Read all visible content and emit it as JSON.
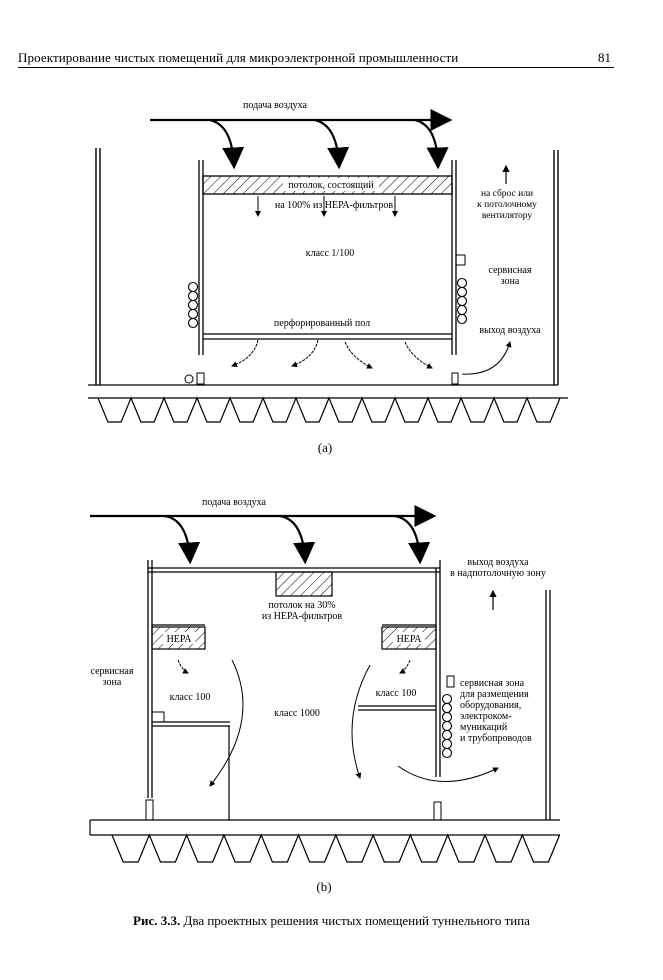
{
  "header": {
    "title": "Проектирование чистых помещений для микроэлектронной промышленности",
    "page_number": "81"
  },
  "figure_a": {
    "label": "(a)",
    "air_supply": "подача воздуха",
    "ceiling_line1": "потолок, состоящий",
    "ceiling_line2": "на 100% из НЕРА-фильтров",
    "class": "класс 1/100",
    "floor": "перфорированный пол",
    "exhaust": [
      "на сброс или",
      "к потолочному",
      "вентилятору"
    ],
    "service": [
      "сервисная",
      "зона"
    ],
    "air_out": "выход воздуха"
  },
  "figure_b": {
    "label": "(b)",
    "air_supply": "подача воздуха",
    "air_out": [
      "выход воздуха",
      "в надпотолочную зону"
    ],
    "ceiling": [
      "потолок на 30%",
      "из НЕРА-фильтров"
    ],
    "hepa": "НЕРА",
    "service_left": [
      "сервисная",
      "зона"
    ],
    "class_left": "класс 100",
    "class_right": "класс 100",
    "class_center": "класс 1000",
    "service_right": [
      "сервисная зона",
      "для размещения",
      "оборудования,",
      "электроком-",
      "муникаций",
      "и трубопроводов"
    ]
  },
  "caption": {
    "prefix": "Рис. 3.3.",
    "text": " Два проектных решения чистых помещений туннельного типа"
  }
}
